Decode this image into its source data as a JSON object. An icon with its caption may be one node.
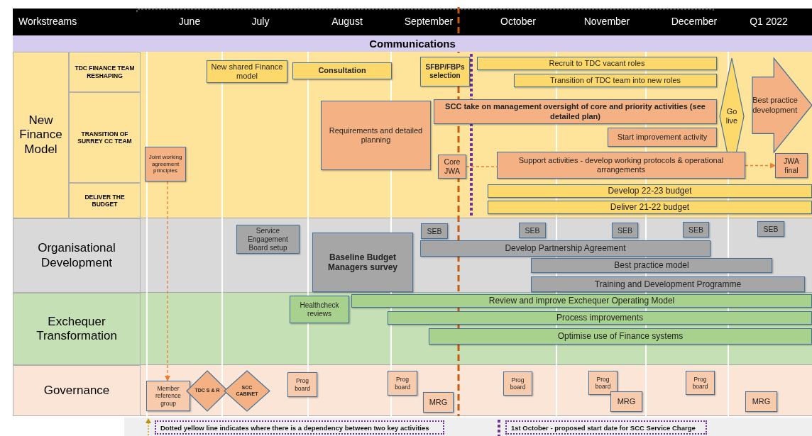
{
  "diagram": {
    "nodes": [
      {
        "text": [
          "Communications"
        ]
      },
      {
        "text": [
          "New Finance Model"
        ]
      },
      {
        "text": [
          "TDC FINANCE TEAM RESHAPING"
        ]
      },
      {
        "text": [
          "TRANSITION OF SURREY CC TEAM"
        ]
      },
      {
        "text": [
          "DELIVER THE BUDGET"
        ]
      },
      {
        "text": [
          "Organisational Development"
        ]
      },
      {
        "text": [
          "Exchequer Transformation"
        ]
      },
      {
        "text": [
          "Governance"
        ]
      },
      {
        "text": [
          "New shared Finance model"
        ]
      },
      {
        "text": [
          "Consultation"
        ]
      },
      {
        "text": [
          "SFBP/FBPs selection"
        ]
      },
      {
        "text": [
          "Recruit to TDC vacant roles"
        ]
      },
      {
        "text": [
          "Transition of TDC team into new roles"
        ]
      },
      {
        "text": [
          "Requirements and detailed planning"
        ]
      },
      {
        "text": [
          "SCC take on management oversight of core and priority activities (see detailed plan)"
        ]
      },
      {
        "text": [
          "Start improvement activity"
        ]
      },
      {
        "text": [
          "Go live"
        ]
      },
      {
        "text": [
          "Best practice development"
        ]
      },
      {
        "text": [
          "Joint working agreement principles"
        ]
      },
      {
        "text": [
          "Core JWA"
        ]
      },
      {
        "text": [
          "Support activities - develop working protocols & operational arrangements"
        ]
      },
      {
        "text": [
          "JWA final"
        ]
      },
      {
        "text": [
          "Develop 22-23 budget"
        ]
      },
      {
        "text": [
          "Deliver 21-22  budget"
        ]
      },
      {
        "text": [
          "Service Engagement Board setup"
        ]
      },
      {
        "text": [
          "Baseline Budget Managers survey"
        ]
      },
      {
        "text": [
          "SEB"
        ]
      },
      {
        "text": [
          "SEB"
        ]
      },
      {
        "text": [
          "SEB"
        ]
      },
      {
        "text": [
          "SEB"
        ]
      },
      {
        "text": [
          "SEB"
        ]
      },
      {
        "text": [
          "Develop Partnership Agreement"
        ]
      },
      {
        "text": [
          "Best practice model"
        ]
      },
      {
        "text": [
          "Training and Development Programme"
        ]
      },
      {
        "text": [
          "Healthcheck reviews"
        ]
      },
      {
        "text": [
          "Review and improve Exchequer Operating Model"
        ]
      },
      {
        "text": [
          "Process improvements"
        ]
      },
      {
        "text": [
          "Optimise use of Finance systems"
        ]
      },
      {
        "text": [
          "Member reference group"
        ]
      },
      {
        "text": [
          "TDC S & R"
        ]
      },
      {
        "text": [
          "SCC CABINET"
        ]
      },
      {
        "text": [
          "Prog board"
        ]
      },
      {
        "text": [
          "Prog board"
        ]
      },
      {
        "text": [
          "MRG"
        ]
      },
      {
        "text": [
          "Prog board"
        ]
      },
      {
        "text": [
          "Prog board"
        ]
      },
      {
        "text": [
          "MRG"
        ]
      },
      {
        "text": [
          "Prog board"
        ]
      },
      {
        "text": [
          "MRG"
        ]
      }
    ],
    "edges": [
      {
        "from": 18,
        "to": 38,
        "arrow": "to",
        "style": "dashed"
      },
      {
        "from": 19,
        "to": 20,
        "arrow": "none",
        "style": "dashed"
      },
      {
        "from": 20,
        "to": 21,
        "arrow": "to",
        "style": "dashed"
      }
    ],
    "labels": [
      "Workstreams",
      "June",
      "July",
      "August",
      "September",
      "October",
      "November",
      "December",
      "Q1 2022"
    ],
    "legend": [
      {
        "text": "Dotted yellow line indicates where there is a dependency between two key activities"
      },
      {
        "text": "1st October - proposed start date for SCC Service Charge"
      }
    ]
  }
}
